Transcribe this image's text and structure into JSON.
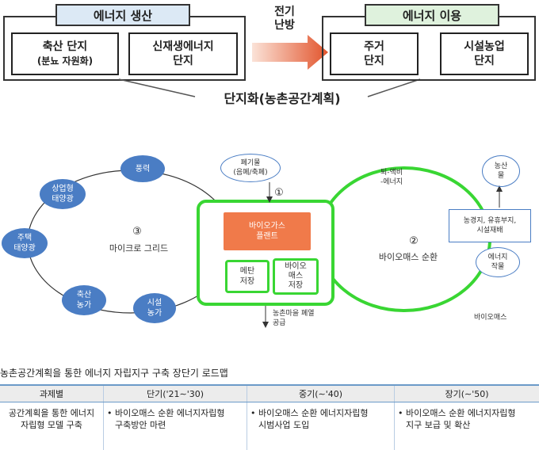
{
  "top": {
    "production_title": "에너지 생산",
    "production_items": [
      {
        "line1": "축산 단지",
        "line2": "(분뇨 자원화)"
      },
      {
        "line1": "신재생에너지",
        "line2": "단지"
      }
    ],
    "arrow_label": [
      "전기",
      "난방"
    ],
    "usage_title": "에너지 이용",
    "usage_items": [
      {
        "line1": "주거",
        "line2": "단지"
      },
      {
        "line1": "시설농업",
        "line2": "단지"
      }
    ],
    "bottom_label": "단지화(농촌공간계획)"
  },
  "middle": {
    "grid_number": "③",
    "grid_label": "마이크로 그리드",
    "grid_nodes": [
      {
        "lines": [
          "풍력"
        ]
      },
      {
        "lines": [
          "상업형",
          "태양광"
        ]
      },
      {
        "lines": [
          "주택",
          "태양광"
        ]
      },
      {
        "lines": [
          "축산",
          "농가"
        ]
      },
      {
        "lines": [
          "시설",
          "농가"
        ]
      }
    ],
    "waste": [
      "폐기물",
      "(음폐/축폐)"
    ],
    "step1": "①",
    "plant": [
      "바이오가스",
      "플랜트"
    ],
    "methane": [
      "메탄",
      "저장"
    ],
    "bio_storage": [
      "바이오",
      "매스",
      "저장"
    ],
    "supply": [
      "농촌마을 폐열",
      "공급"
    ],
    "compost": [
      "퇴-액비",
      "-에너지"
    ],
    "step2": "②",
    "biomass_cycle": "바이오매스 순환",
    "byproduct": [
      "농산",
      "물"
    ],
    "farmland": [
      "농경지, 유휴부지,",
      "시설재배"
    ],
    "energy_crop": [
      "에너지",
      "작물"
    ],
    "biomass": "바이오매스"
  },
  "roadmap": {
    "title": "농촌공간계획을 통한 에너지 자립지구 구축 장단기 로드맵",
    "headers": [
      "과제별",
      "단기('21∼'30)",
      "중기(∼'40)",
      "장기(∼'50)"
    ],
    "row": [
      [
        "공간계획을 통한 에너지",
        "자립형 모델 구축"
      ],
      [
        "• 바이오매스 순환 에너지자립형",
        "구축방안 마련"
      ],
      [
        "• 바이오매스 순환 에너지자립형",
        "시범사업 도입"
      ],
      [
        "• 바이오매스 순환 에너지자립형",
        "지구 보급 및 확산"
      ]
    ]
  },
  "colors": {
    "accent_green": "#39d633",
    "plant_orange": "#f07a4a",
    "bubble_blue": "#4a7dc4",
    "header_blue": "#dce9f5",
    "header_green": "#dff2dd"
  }
}
